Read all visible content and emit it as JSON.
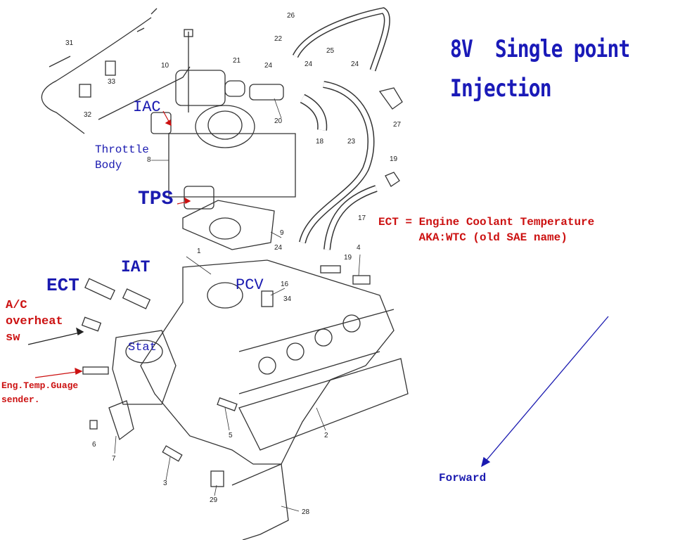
{
  "title": {
    "line1": "8V  Single point",
    "line2": "Injection"
  },
  "callouts": {
    "iac": "IAC",
    "throttle_body": "Throttle\nBody",
    "tps": "TPS",
    "iat": "IAT",
    "ect": "ECT",
    "pcv": "PCV",
    "ac_switch": "A/C\noverheat\nsw",
    "stat": "Stat",
    "temp_sender": "Eng.Temp.Guage\nsender.",
    "ect_definition": "ECT = Engine Coolant Temperature\n      AKA:WTC (old SAE name)",
    "forward": "Forward"
  },
  "parts": [
    "26",
    "22",
    "31",
    "10",
    "21",
    "24",
    "24",
    "25",
    "24",
    "32",
    "33",
    "20",
    "18",
    "23",
    "27",
    "19",
    "8",
    "9",
    "17",
    "24",
    "19",
    "4",
    "1",
    "16",
    "34",
    "6",
    "7",
    "5",
    "2",
    "3",
    "29",
    "28"
  ],
  "colors": {
    "blue": "#1a1ab0",
    "red": "#cc1111",
    "line": "#333333"
  }
}
